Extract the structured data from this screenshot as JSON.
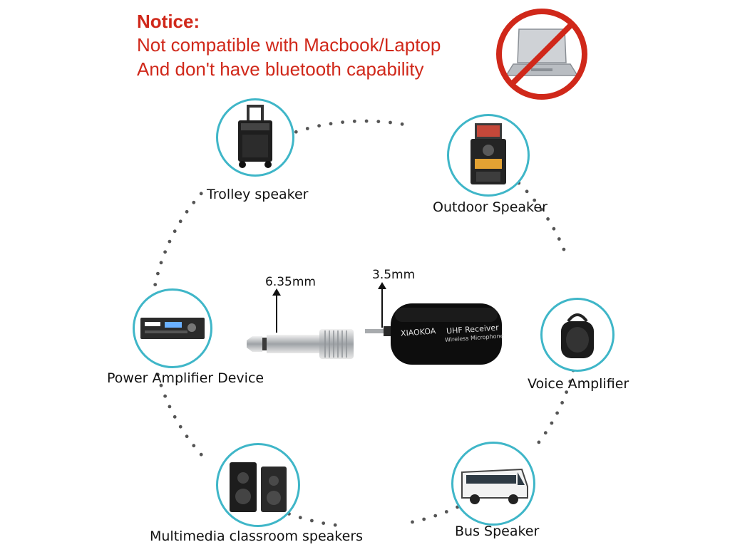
{
  "notice": {
    "title": "Notice:",
    "line1": "Not compatible with Macbook/Laptop",
    "line2": "And don't have bluetooth capability",
    "prohibit_color": "#d0281a",
    "prohibit_icon": "no-laptop-icon"
  },
  "devices": [
    {
      "label": "Trolley speaker",
      "icon": "trolley-speaker-icon"
    },
    {
      "label": "Outdoor Speaker",
      "icon": "outdoor-speaker-icon"
    },
    {
      "label": "Power Amplifier Device",
      "icon": "power-amplifier-icon"
    },
    {
      "label": "Voice Amplifier",
      "icon": "voice-amplifier-icon"
    },
    {
      "label": "Multimedia classroom speakers",
      "icon": "classroom-speakers-icon"
    },
    {
      "label": "Bus Speaker",
      "icon": "bus-icon"
    }
  ],
  "product": {
    "adapter_size": "6.35mm",
    "jack_size": "3.5mm",
    "brand": "XIAOKOA",
    "model_line1": "UHF Receiver",
    "model_line2": "Wireless Microphone"
  },
  "colors": {
    "accent": "#3fb6c8",
    "notice_text": "#d0281a"
  }
}
